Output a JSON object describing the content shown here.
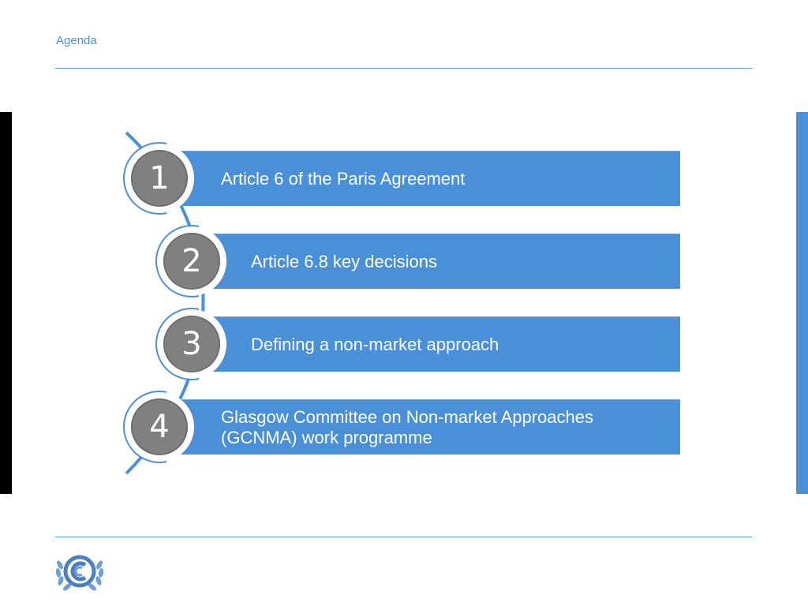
{
  "header": {
    "title": "Agenda"
  },
  "agenda": {
    "items": [
      {
        "number": "1",
        "label": "Article 6 of the Paris Agreement"
      },
      {
        "number": "2",
        "label": "Article 6.8 key decisions"
      },
      {
        "number": "3",
        "label": "Defining a non-market approach"
      },
      {
        "number": "4",
        "label": "Glasgow Committee on Non-market Approaches (GCNMA) work programme"
      }
    ]
  },
  "colors": {
    "accent": "#4a90d9",
    "badge": "#808080",
    "left_bar": "#000000"
  },
  "footer": {
    "logo_icon": "unfccc-logo-icon"
  }
}
